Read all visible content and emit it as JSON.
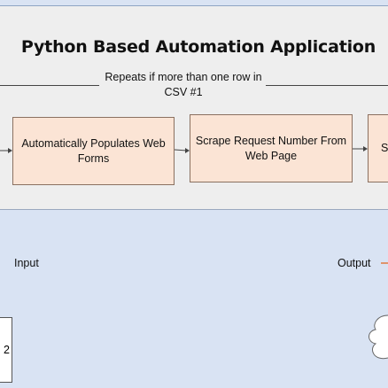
{
  "title": "Python Based Automation Application",
  "loop_label": "Repeats if more than one row in CSV #1",
  "steps": [
    {
      "label": "Automatically Populates Web Forms"
    },
    {
      "label": "Scrape Request Number From Web Page"
    },
    {
      "label": "S"
    }
  ],
  "lower": {
    "input_label": "Input",
    "output_label": "Output",
    "left_box_text": "2"
  },
  "colors": {
    "background": "#d9e3f3",
    "panel": "#eeeeee",
    "step_fill": "#fbe4d5",
    "output_arrow": "#e07a3e"
  }
}
